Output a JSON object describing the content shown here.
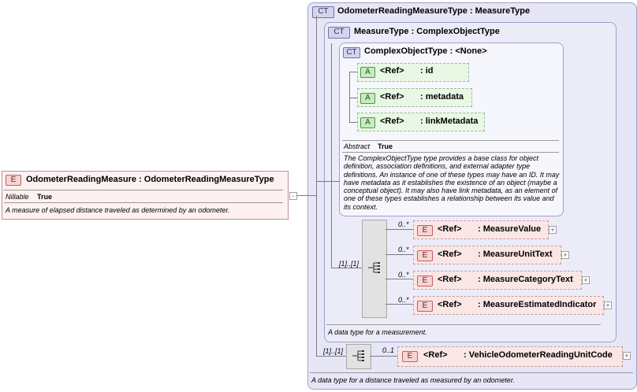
{
  "root_element": {
    "badge": "E",
    "name": "OdometerReadingMeasure",
    "type": ": OdometerReadingMeasureType",
    "nillable_label": "Nillable",
    "nillable_value": "True",
    "description": "A measure of elapsed distance traveled as determined by an odometer.",
    "expander": "-"
  },
  "odometer_type": {
    "badge": "CT",
    "name": "OdometerReadingMeasureType",
    "base": ": MeasureType",
    "description": "A data type for a distance traveled as measured by an odometer."
  },
  "measure_type": {
    "badge": "CT",
    "name": "MeasureType",
    "base": ": ComplexObjectType",
    "description": "A data type for a measurement."
  },
  "complex_object_type": {
    "badge": "CT",
    "name": "ComplexObjectType",
    "base": ": <None>",
    "abstract_label": "Abstract",
    "abstract_value": "True",
    "description": "The ComplexObjectType type provides a base class for object definition, association definitions, and external adapter type definitions. An instance of one of these types may have an ID. It may have metadata as it establishes the existence of an object (maybe a conceptual object). It may also have link metadata, as an element of one of these types establishes a relationship between its value and its context.",
    "attributes": [
      {
        "badge": "A",
        "ref": "<Ref>",
        "name": ": id"
      },
      {
        "badge": "A",
        "ref": "<Ref>",
        "name": ": metadata"
      },
      {
        "badge": "A",
        "ref": "<Ref>",
        "name": ": linkMetadata"
      }
    ]
  },
  "measure_sequence": {
    "occurrence": "[1]..[1]",
    "elements": [
      {
        "occurrence": "0..*",
        "badge": "E",
        "ref": "<Ref>",
        "name": ": MeasureValue",
        "expander": "+"
      },
      {
        "occurrence": "0..*",
        "badge": "E",
        "ref": "<Ref>",
        "name": ": MeasureUnitText",
        "expander": "+"
      },
      {
        "occurrence": "0..*",
        "badge": "E",
        "ref": "<Ref>",
        "name": ": MeasureCategoryText",
        "expander": "+"
      },
      {
        "occurrence": "0..*",
        "badge": "E",
        "ref": "<Ref>",
        "name": ": MeasureEstimatedIndicator",
        "expander": "+"
      }
    ]
  },
  "odometer_sequence": {
    "occurrence": "[1]..[1]",
    "elements": [
      {
        "occurrence": "0..1",
        "badge": "E",
        "ref": "<Ref>",
        "name": ": VehicleOdometerReadingUnitCode",
        "expander": "+"
      }
    ]
  }
}
